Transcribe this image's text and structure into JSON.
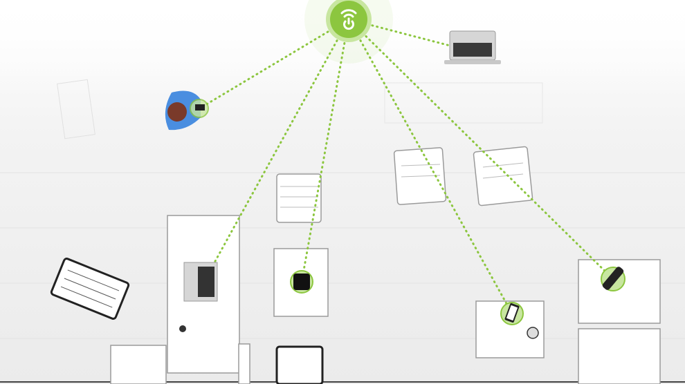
{
  "colors": {
    "accent": "#8cc63f",
    "accent_light": "#c8e6a0",
    "floor": "#f2f2f2",
    "furniture_stroke": "#9a9a9a"
  },
  "hub": {
    "icon": "wifi-power-icon"
  },
  "devices": [
    {
      "name": "laptop-top-right",
      "icon": "laptop-icon"
    },
    {
      "name": "person-with-phone",
      "icon": "person-icon"
    },
    {
      "name": "laptop-on-desk",
      "icon": "laptop-icon"
    },
    {
      "name": "tv-box",
      "icon": "tv-box-icon"
    },
    {
      "name": "smartphone",
      "icon": "smartphone-icon"
    },
    {
      "name": "remote-control",
      "icon": "remote-icon"
    }
  ]
}
